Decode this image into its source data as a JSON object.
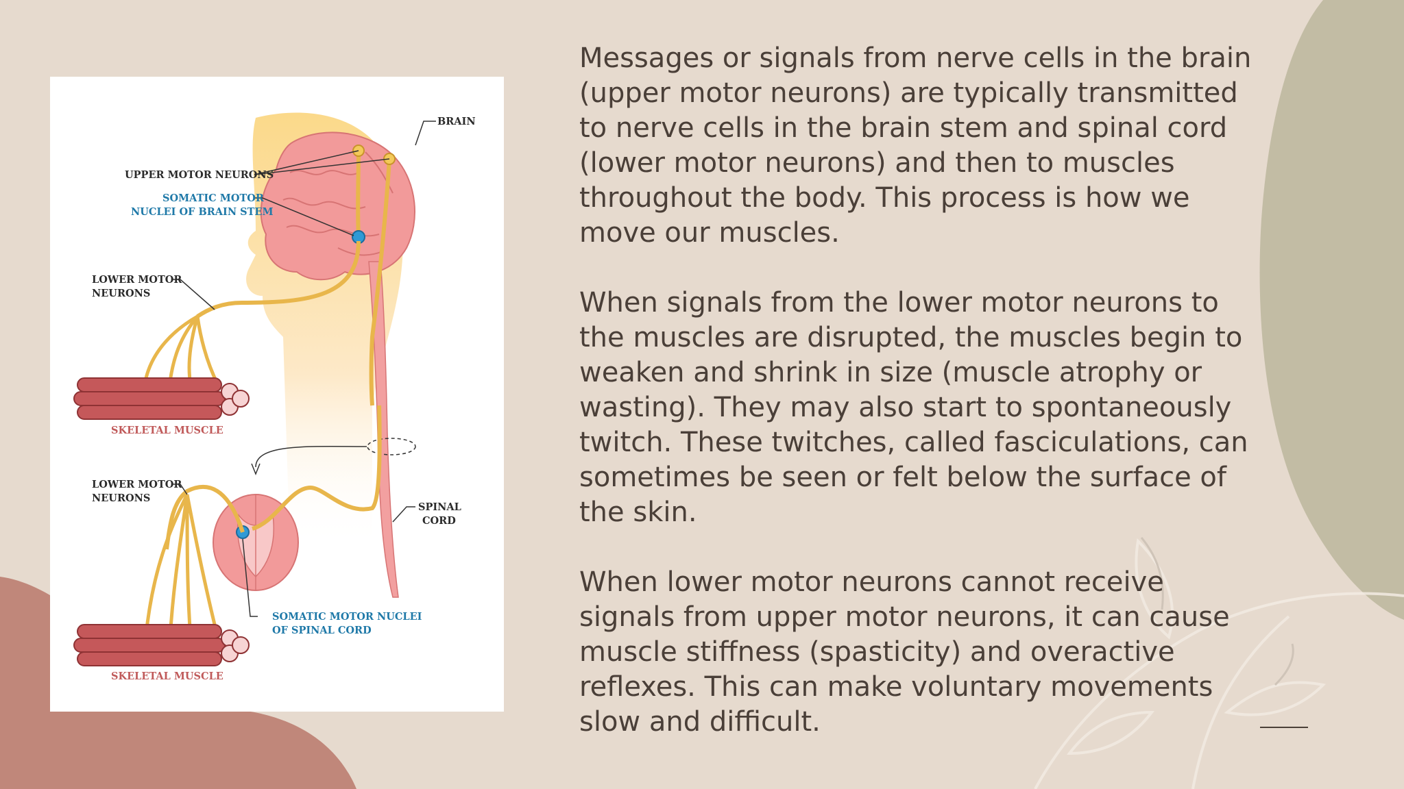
{
  "diagram": {
    "labels": {
      "brain": "BRAIN",
      "upper_motor_neurons": "UPPER MOTOR NEURONS",
      "somatic_motor_brainstem_1": "SOMATIC MOTOR",
      "somatic_motor_brainstem_2": "NUCLEI OF BRAIN STEM",
      "lower_motor_neurons_top_1": "LOWER MOTOR",
      "lower_motor_neurons_top_2": "NEURONS",
      "skeletal_muscle_top": "SKELETAL MUSCLE",
      "lower_motor_neurons_bottom_1": "LOWER MOTOR",
      "lower_motor_neurons_bottom_2": "NEURONS",
      "spinal_cord_1": "SPINAL",
      "spinal_cord_2": "CORD",
      "somatic_motor_spinal_1": "SOMATIC MOTOR NUCLEI",
      "somatic_motor_spinal_2": "OF SPINAL CORD",
      "skeletal_muscle_bottom": "SKELETAL MUSCLE"
    }
  },
  "content": {
    "paragraphs": [
      "Messages or signals from nerve cells in the brain\n(upper motor neurons) are typically transmitted\nto nerve cells in the brain stem and spinal cord\n(lower motor neurons) and then to muscles\nthroughout the body. This process is how we\nmove our muscles.",
      "When signals from the lower motor neurons to\nthe muscles are disrupted, the muscles begin to\nweaken and shrink in size (muscle atrophy or\nwasting). They may also start to spontaneously\ntwitch. These twitches, called fasciculations, can\nsometimes be seen or felt below the surface of\nthe skin.",
      "When lower motor neurons cannot receive\nsignals from upper motor neurons, it can cause\nmuscle stiffness (spasticity) and overactive\nreflexes. This can make voluntary movements\nslow and difficult."
    ]
  },
  "colors": {
    "background": "#e6dace",
    "text": "#4a3f38",
    "olive_shape": "#c2bca4",
    "terracotta_shape": "#c0877a"
  }
}
